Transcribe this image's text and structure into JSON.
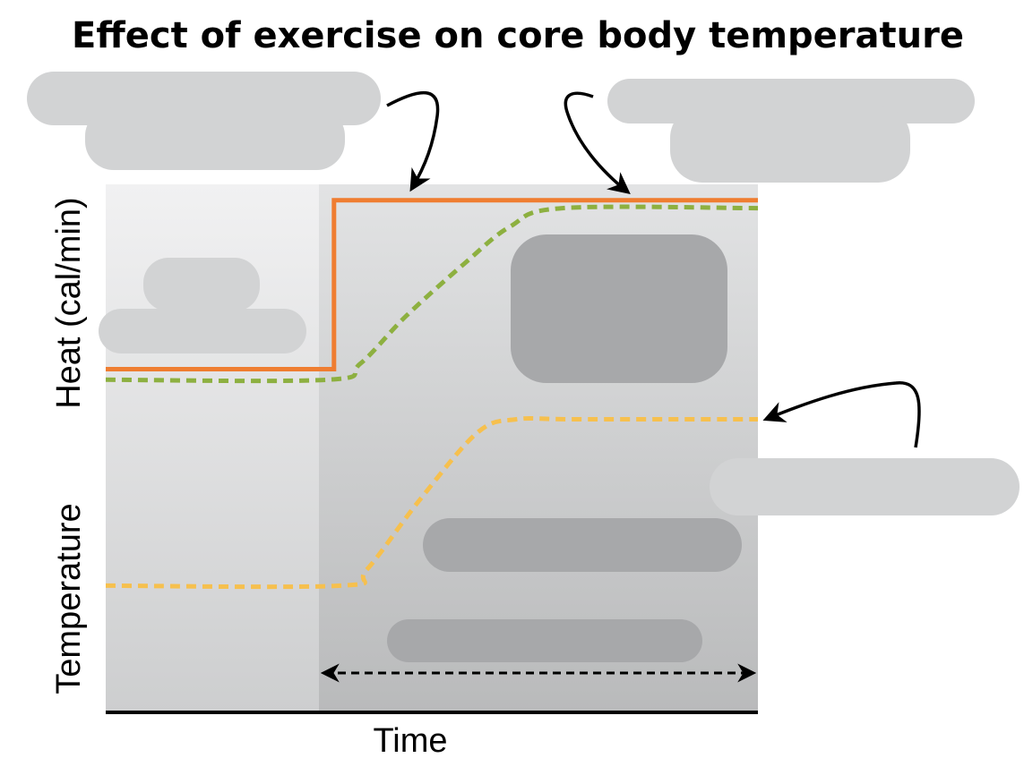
{
  "chart_data": {
    "type": "line",
    "title": "Effect of exercise on core body temperature",
    "xlabel": "Time",
    "ylabel": "Temperature          Heat (cal/min)",
    "ylim": [
      0,
      100
    ],
    "xlim": [
      0,
      100
    ],
    "grid": false,
    "series": [
      {
        "color": "#ef7d31",
        "style": "solid",
        "points": [
          [
            0,
            65
          ],
          [
            35,
            65
          ],
          [
            35,
            97
          ],
          [
            100,
            97
          ]
        ]
      },
      {
        "color": "#8db040",
        "style": "dashed",
        "points": [
          [
            0,
            63
          ],
          [
            34,
            63
          ],
          [
            39,
            66
          ],
          [
            46,
            75
          ],
          [
            55,
            85
          ],
          [
            62,
            92
          ],
          [
            70,
            95.5
          ],
          [
            100,
            95.5
          ]
        ]
      },
      {
        "color": "#f6c04e",
        "style": "dashed",
        "points": [
          [
            0,
            24
          ],
          [
            36,
            24
          ],
          [
            40,
            27
          ],
          [
            48,
            40
          ],
          [
            57,
            53
          ],
          [
            63,
            55.5
          ],
          [
            72,
            55.5
          ],
          [
            100,
            55.5
          ]
        ]
      }
    ]
  }
}
